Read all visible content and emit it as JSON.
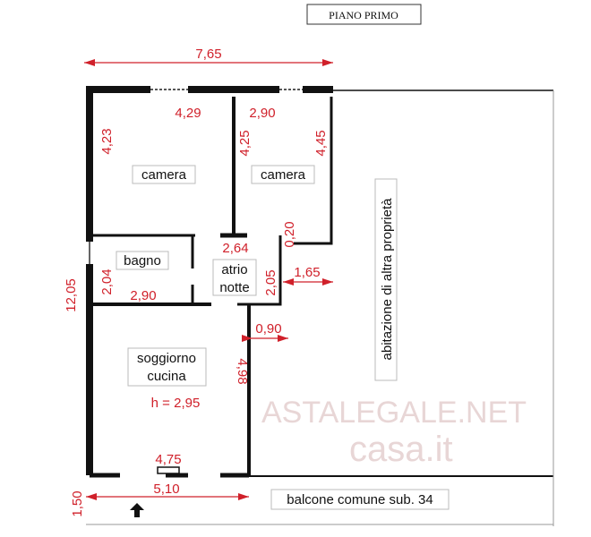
{
  "title": "PIANO PRIMO",
  "rooms": {
    "camera_left": "camera",
    "camera_right": "camera",
    "bagno": "bagno",
    "atrio_1": "atrio",
    "atrio_2": "notte",
    "soggiorno_1": "soggiorno",
    "soggiorno_2": "cucina",
    "height": "h = 2,95"
  },
  "labels": {
    "neighbor": "abitazione di altra proprietà",
    "balcony": "balcone comune sub. 34"
  },
  "dimensions": {
    "total_width": "7,65",
    "camera_left_window": "4,29",
    "camera_right_window": "2,90",
    "camera_left_height": "4,23",
    "camera_divider": "4,25",
    "camera_right_height": "4,45",
    "atrio_width": "2,64",
    "wall_offset": "0,20",
    "bagno_height": "2,04",
    "bagno_width": "2,90",
    "atrio_height": "2,05",
    "step_right": "1,65",
    "total_height": "12,05",
    "step_small": "0,90",
    "soggiorno_height": "4,98",
    "soggiorno_window": "4,75",
    "bottom_width": "5,10",
    "balcony_depth": "1,50"
  },
  "watermark": {
    "line1": "ASTALEGALE.NET",
    "line2": "casa.it"
  },
  "colors": {
    "dimension": "#d0202a",
    "wall": "#111111"
  }
}
